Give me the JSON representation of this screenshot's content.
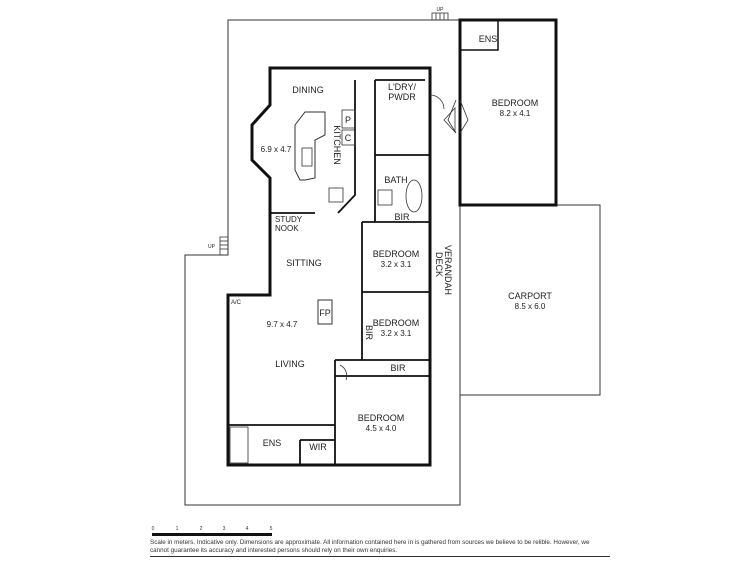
{
  "rooms": {
    "dining": "DINING",
    "kitchen": "KITCHEN",
    "kitchen_dim": "6.9 x 4.7",
    "pantry": "P",
    "cupboard": "C",
    "laundry": "L'DRY/",
    "powder": "PWDR",
    "bath": "BATH",
    "bir": "BIR",
    "study": "STUDY",
    "nook": "NOOK",
    "sitting": "SITTING",
    "ac": "A/C",
    "fireplace": "FP",
    "living_dim": "9.7 x 4.7",
    "living": "LIVING",
    "bedroom": "BEDROOM",
    "bed2_dim": "3.2 x 3.1",
    "bed3_dim": "3.2 x 3.1",
    "master_dim": "4.5 x 4.0",
    "ens": "ENS",
    "wir": "WIR",
    "verandah": "VERANDAH",
    "deck": "DECK",
    "bedroom_ext_dim": "8.2 x 4.1",
    "carport": "CARPORT",
    "carport_dim": "8.5 x 6.0",
    "up": "UP"
  },
  "scale": {
    "ticks": [
      "0",
      "1",
      "2",
      "3",
      "4",
      "5"
    ],
    "unit": "meters"
  },
  "disclaimer": "Scale in meters. Indicative only. Dimensions are approximate. All information contained here in is gathered from sources we believe to be relible. However, we cannot guarantee its accuracy and interested persons should rely on their own enquiries."
}
